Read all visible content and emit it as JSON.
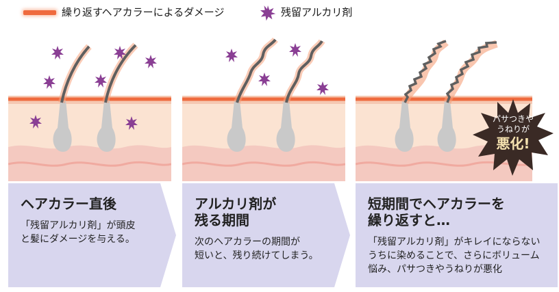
{
  "legend": {
    "damage_label": "繰り返すヘアカラーによるダメージ",
    "alkali_label": "残留アルカリ剤"
  },
  "badge": {
    "line1": "パサつきや",
    "line2": "うねりが",
    "line3": "悪化!"
  },
  "cards": [
    {
      "title_lines": [
        "ヘアカラー直後"
      ],
      "body_lines": [
        "「残留アルカリ剤」が頭皮",
        "と髪にダメージを与える。"
      ]
    },
    {
      "title_lines": [
        "アルカリ剤が",
        "残る期間"
      ],
      "body_lines": [
        "次のヘアカラーの期間が",
        "短いと、残り続けてしまう。"
      ]
    },
    {
      "title_lines": [
        "短期間でヘアカラーを",
        "繰り返すと…"
      ],
      "body_lines": [
        "「残留アルカリ剤」がキレイにならない",
        "うちに染めることで、さらにボリューム",
        "悩み、パサつきやうねりが悪化"
      ]
    }
  ],
  "colors": {
    "damage_orange": "#ef6a3e",
    "alkali_purple": "#8a3f94",
    "card_lavender": "#d8d6ee",
    "skin": "#fbe3d2",
    "scalp_band": "#f5c8b2",
    "hair_gray": "#9a9a9a",
    "badge_dark": "#3a2a25"
  }
}
